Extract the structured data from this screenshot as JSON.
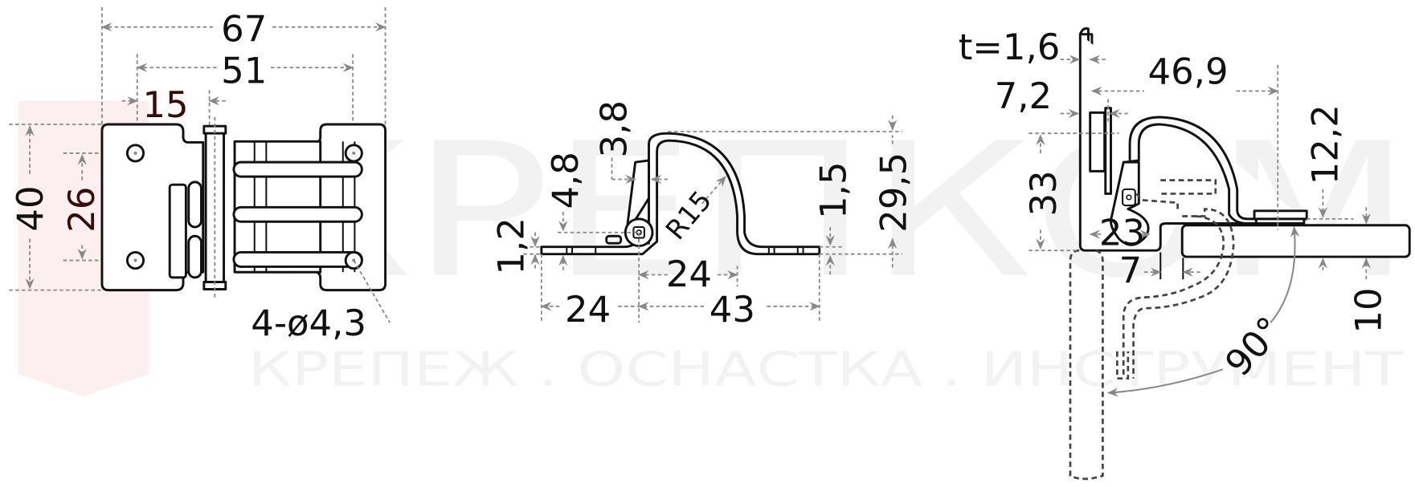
{
  "watermark": {
    "brand": "КРЕПКОМ",
    "tagline": "КРЕПЕЖ . ОСНАСТКА . ИНСТРУМЕНТ",
    "logo_color": "#fbeaea"
  },
  "front_view": {
    "overall_width": "67",
    "hole_spacing_width": "51",
    "hole_to_pin": "15",
    "overall_height": "40",
    "hole_spacing_height": "26",
    "holes": "4-ø4,3"
  },
  "side_view": {
    "thickness": "1,2",
    "pivot_height": "4,8",
    "offset": "3,8",
    "radius": "R15",
    "foot_thickness": "1,5",
    "overall_height": "29,5",
    "arc_span": "24",
    "left_length": "24",
    "right_length": "43"
  },
  "installed_view": {
    "thickness": "t=1,6",
    "reach": "46,9",
    "offset": "7,2",
    "height": "33",
    "inner_gap": "23",
    "clearance": "7",
    "panel_height": "12,2",
    "panel_thickness": "10",
    "opening_angle": "90°"
  },
  "colors": {
    "line": "#111111",
    "dimension": "#888888",
    "accent_label": "#3a0a0a"
  }
}
